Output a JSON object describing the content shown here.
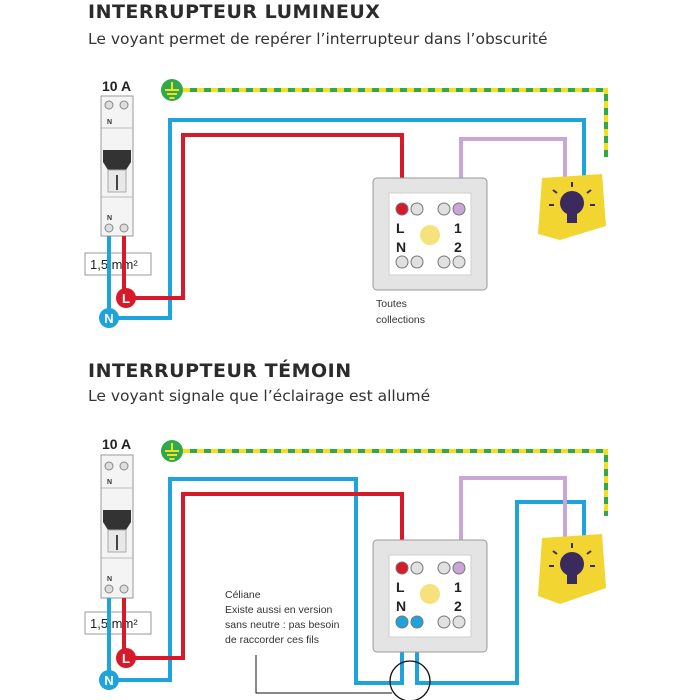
{
  "section1": {
    "title": "INTERRUPTEUR LUMINEUX",
    "subtitle": "Le voyant permet de repérer l’interrupteur dans l’obscurité",
    "breaker_rating": "10 A",
    "breaker_top_label": "N",
    "breaker_bottom_label": "N",
    "wire_size": "1,5 mm²",
    "terminal_L": "L",
    "terminal_N": "N",
    "badge_L": "L",
    "badge_N": "N",
    "terminal_1": "1",
    "terminal_2": "2",
    "note_line1": "Toutes",
    "note_line2": "collections"
  },
  "section2": {
    "title": "INTERRUPTEUR TÉMOIN",
    "subtitle": "Le voyant signale que l’éclairage est allumé",
    "breaker_rating": "10 A",
    "breaker_top_label": "N",
    "breaker_bottom_label": "N",
    "wire_size": "1,5 mm²",
    "terminal_L": "L",
    "terminal_N": "N",
    "badge_L": "L",
    "badge_N": "N",
    "terminal_1": "1",
    "terminal_2": "2",
    "note_line1": "Céliane",
    "note_line2": "Existe aussi en version",
    "note_line3": "sans neutre : pas besoin",
    "note_line4": "de raccorder ces fils"
  },
  "colors": {
    "phase": "#d7192a",
    "neutral": "#1fa3dc",
    "earth_green": "#2fa84f",
    "earth_yellow": "#f2e01e",
    "return": "#c9a6d6",
    "lamp_bg": "#f2d531",
    "lamp_bulb": "#3a2a5e",
    "pilot_light": "#f6e27a"
  },
  "icons": {
    "earth": "earth-ground-icon",
    "lamp": "light-bulb-icon"
  }
}
